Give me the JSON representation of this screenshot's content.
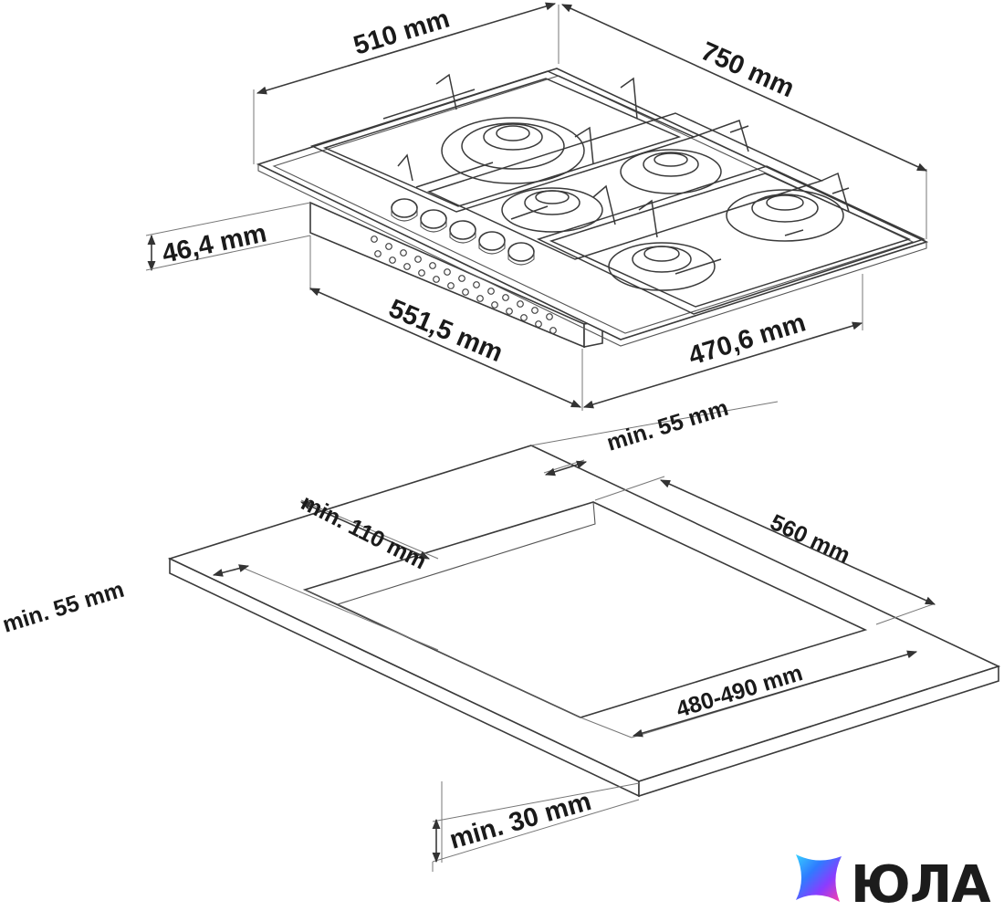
{
  "hob_dimensions": {
    "depth_back": "510 mm",
    "width_back": "750 mm",
    "height": "46,4 mm",
    "front_left": "551,5 mm",
    "front_right": "470,6 mm"
  },
  "cutout_dimensions": {
    "clearance_back": "min. 55 mm",
    "clearance_left_top": "min. 110 mm",
    "clearance_left": "min. 55 mm",
    "cutout_length": "560 mm",
    "cutout_width": "480-490 mm",
    "worktop_thickness": "min. 30 mm"
  },
  "brand": {
    "name": "ЮЛА",
    "logo_colors": [
      "#2f7bff",
      "#8a3cff",
      "#ff3fa4",
      "#37d0ff"
    ]
  }
}
